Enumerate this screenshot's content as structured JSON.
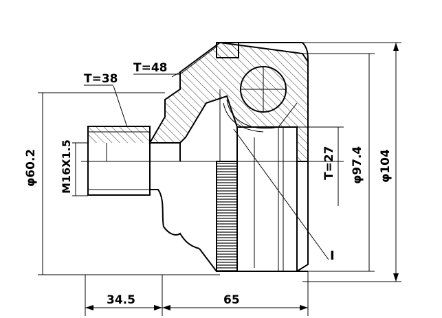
{
  "labels": {
    "t38": "T=38",
    "t48": "T=48",
    "t27": "T=27",
    "phi60": "φ60.2",
    "m16": "M16X1.5",
    "phi97": "φ97.4",
    "phi104": "φ104",
    "len345": "34.5",
    "len65": "65",
    "markI": "I"
  },
  "colors": {
    "line": "#000000",
    "background": "#ffffff"
  }
}
